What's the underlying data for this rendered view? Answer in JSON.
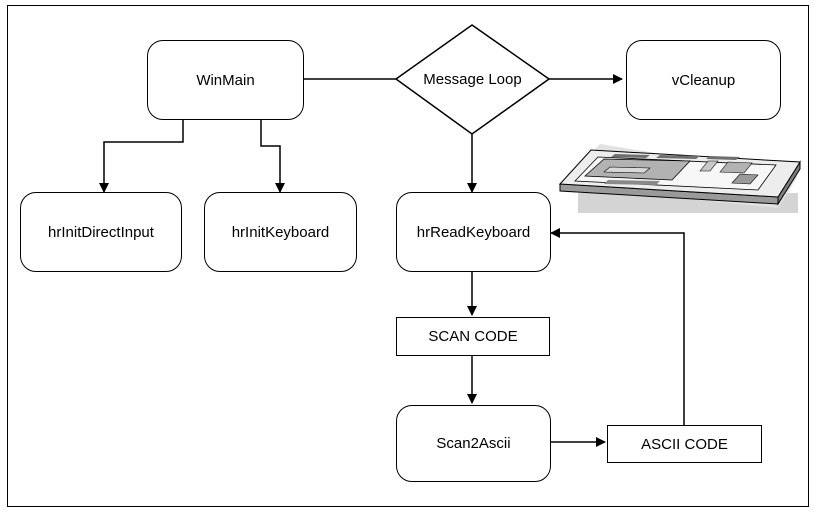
{
  "diagram": {
    "nodes": {
      "winmain": "WinMain",
      "message_loop": "Message Loop",
      "vcleanup": "vCleanup",
      "hrinitdirectinput": "hrInitDirectInput",
      "hrinitkeyboard": "hrInitKeyboard",
      "hrreadkeyboard": "hrReadKeyboard",
      "scan_code": "SCAN CODE",
      "scan2ascii": "Scan2Ascii",
      "ascii_code": "ASCII CODE"
    },
    "keyboard_illustration": "keyboard-icon"
  }
}
